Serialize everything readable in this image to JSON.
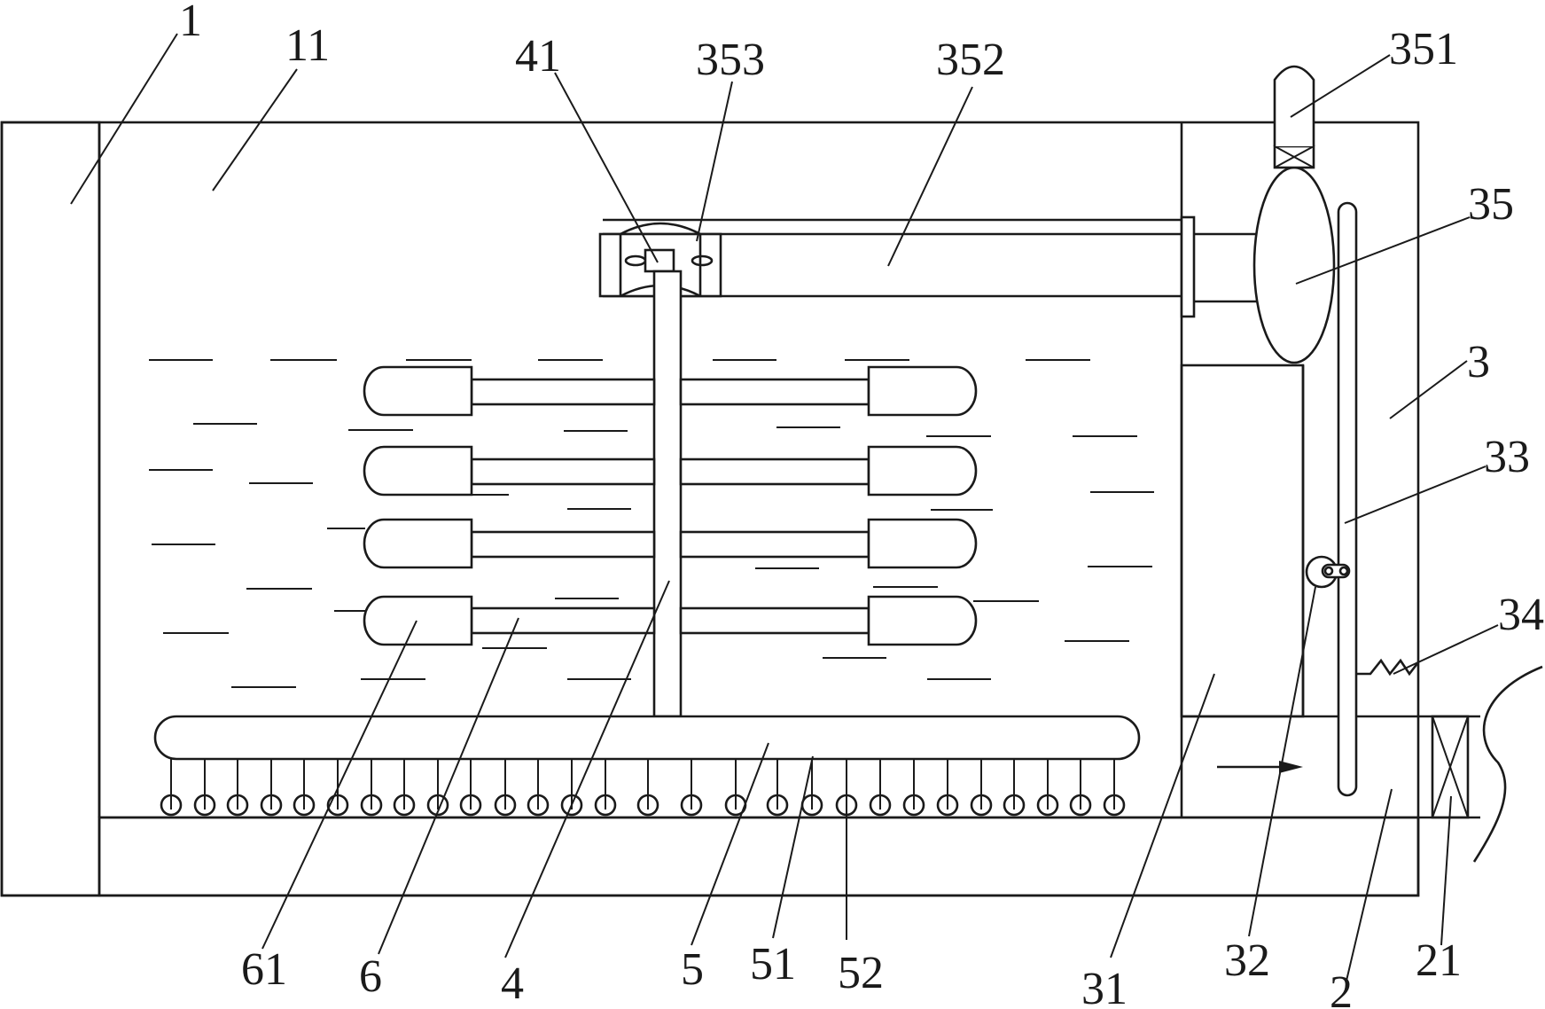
{
  "diagram": {
    "labels": {
      "l1": "1",
      "l11": "11",
      "l41": "41",
      "l353": "353",
      "l352": "352",
      "l351": "351",
      "l35": "35",
      "l3": "3",
      "l33": "33",
      "l34": "34",
      "l61": "61",
      "l6": "6",
      "l4": "4",
      "l5": "5",
      "l51": "51",
      "l52": "52",
      "l31": "31",
      "l32": "32",
      "l2": "2",
      "l21": "21"
    }
  }
}
